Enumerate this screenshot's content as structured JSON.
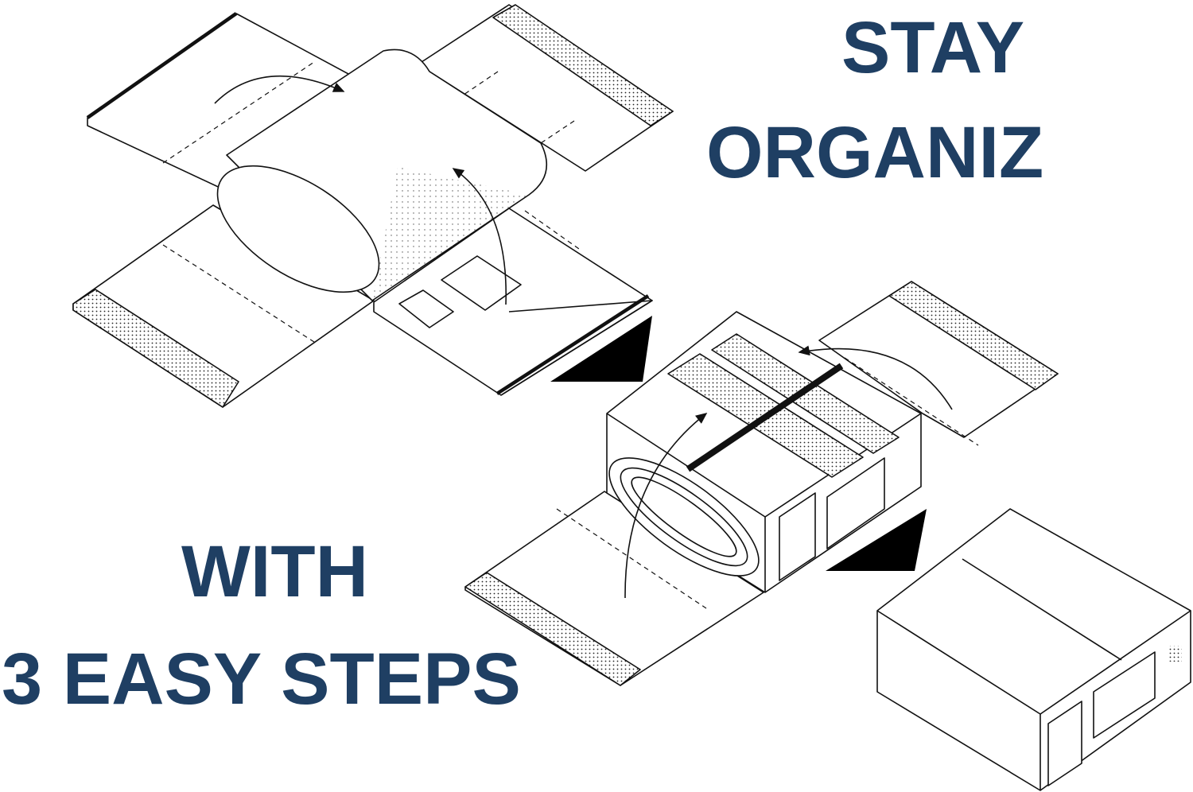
{
  "headline": {
    "line1": "STAY",
    "line2": "ORGANIZ",
    "line3": "WITH",
    "line4": "3 EASY STEPS"
  },
  "colors": {
    "headline": "#1f3f63",
    "line_art": "#111111",
    "background": "#ffffff"
  },
  "steps": [
    {
      "id": 1,
      "description": "unfolded organizer with rolled center and four flaps"
    },
    {
      "id": 2,
      "description": "center rolled into a box with side flaps folding over"
    },
    {
      "id": 3,
      "description": "finished closed storage box"
    }
  ],
  "icons": [
    "curved-arrow-icon",
    "direction-triangle-icon"
  ]
}
